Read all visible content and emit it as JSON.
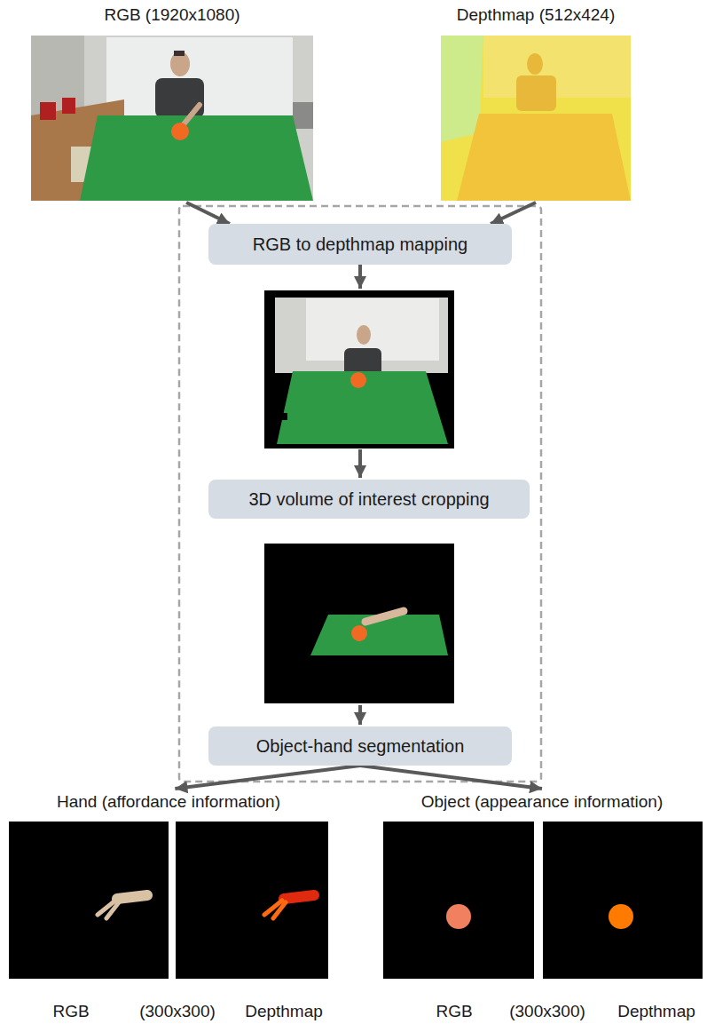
{
  "diagram": {
    "nodes": [
      {
        "text": [
          "RGB (1920x1080)"
        ]
      },
      {
        "text": [
          "Depthmap (512x424)"
        ]
      },
      {
        "text": [
          "RGB to depthmap mapping"
        ]
      },
      {
        "text": [
          "3D volume of interest cropping"
        ]
      },
      {
        "text": [
          "Object-hand segmentation"
        ]
      },
      {
        "text": [
          "Hand (affordance information)"
        ]
      },
      {
        "text": [
          "Object (appearance information)"
        ]
      }
    ],
    "edges": [
      {
        "from": 0,
        "to": 2,
        "arrow": "to"
      },
      {
        "from": 1,
        "to": 2,
        "arrow": "to"
      },
      {
        "from": 4,
        "to": 5,
        "arrow": "to"
      },
      {
        "from": 4,
        "to": 6,
        "arrow": "to"
      }
    ],
    "labels": [
      "RGB",
      "(300x300)",
      "Depthmap",
      "RGB",
      "(300x300)",
      "Depthmap"
    ]
  }
}
